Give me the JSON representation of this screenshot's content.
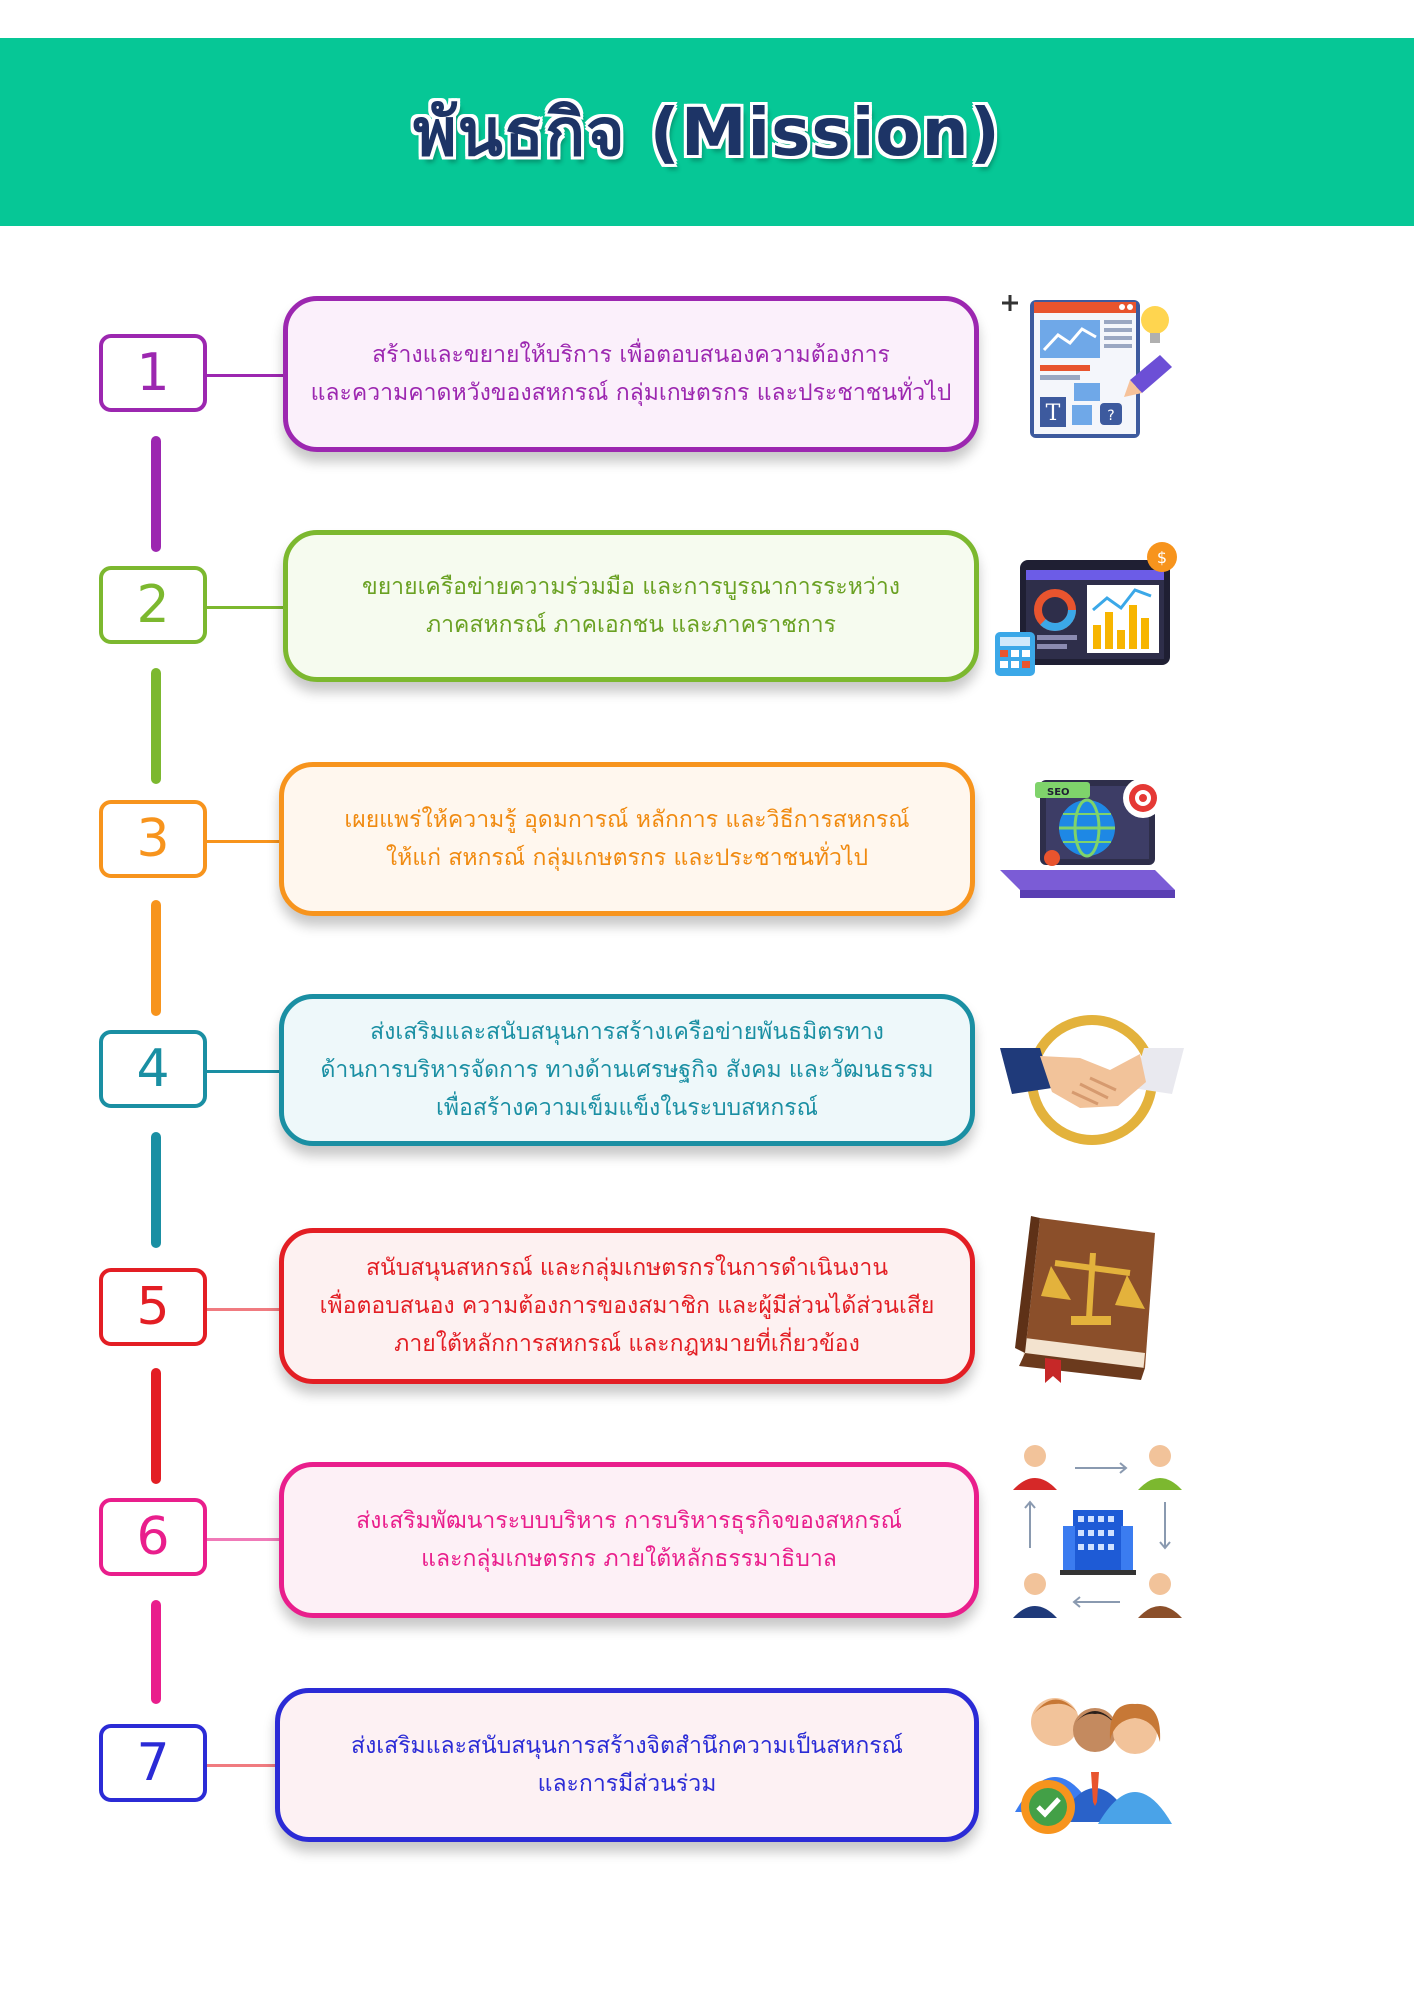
{
  "title": "พันธกิจ (Mission)",
  "missions": [
    {
      "number": "1",
      "color": "#9c27b0",
      "lines": [
        "สร้างและขยายให้บริการ เพื่อตอบสนองความต้องการ",
        "และความคาดหวังของสหกรณ์ กลุ่มเกษตรกร และประชาชนทั่วไป"
      ],
      "icon": "web-design-icon"
    },
    {
      "number": "2",
      "color": "#7cb82f",
      "lines": [
        "ขยายเครือข่ายความร่วมมือ และการบูรณาการระหว่าง",
        "ภาคสหกรณ์ ภาคเอกชน และภาคราชการ"
      ],
      "icon": "analytics-dashboard-icon"
    },
    {
      "number": "3",
      "color": "#f7941d",
      "lines": [
        "เผยแพร่ให้ความรู้ อุดมการณ์ หลักการ และวิธีการสหกรณ์",
        "ให้แก่ สหกรณ์ กลุ่มเกษตรกร และประชาชนทั่วไป"
      ],
      "icon": "seo-laptop-icon"
    },
    {
      "number": "4",
      "color": "#1a8fa3",
      "lines": [
        "ส่งเสริมและสนับสนุนการสร้างเครือข่ายพันธมิตรทาง",
        "ด้านการบริหารจัดการ ทางด้านเศรษฐกิจ สังคม และวัฒนธรรม",
        "เพื่อสร้างความเข็มแข็งในระบบสหกรณ์"
      ],
      "icon": "handshake-icon"
    },
    {
      "number": "5",
      "color": "#e31e24",
      "lines": [
        "สนับสนุนสหกรณ์ และกลุ่มเกษตรกรในการดำเนินงาน",
        "เพื่อตอบสนอง ความต้องการของสมาชิก และผู้มีส่วนได้ส่วนเสีย",
        "ภายใต้หลักการสหกรณ์ และกฎหมายที่เกี่ยวข้อง"
      ],
      "icon": "law-book-icon"
    },
    {
      "number": "6",
      "color": "#e91e8c",
      "lines": [
        "ส่งเสริมพัฒนาระบบบริหาร การบริหารธุรกิจของสหกรณ์",
        "และกลุ่มเกษตรกร ภายใต้หลักธรรมาธิบาล"
      ],
      "icon": "organization-network-icon"
    },
    {
      "number": "7",
      "color": "#2b2bd6",
      "lines": [
        "ส่งเสริมและสนับสนุนการสร้างจิตสำนึกความเป็นสหกรณ์",
        "และการมีส่วนร่วม"
      ],
      "icon": "team-people-icon"
    }
  ]
}
